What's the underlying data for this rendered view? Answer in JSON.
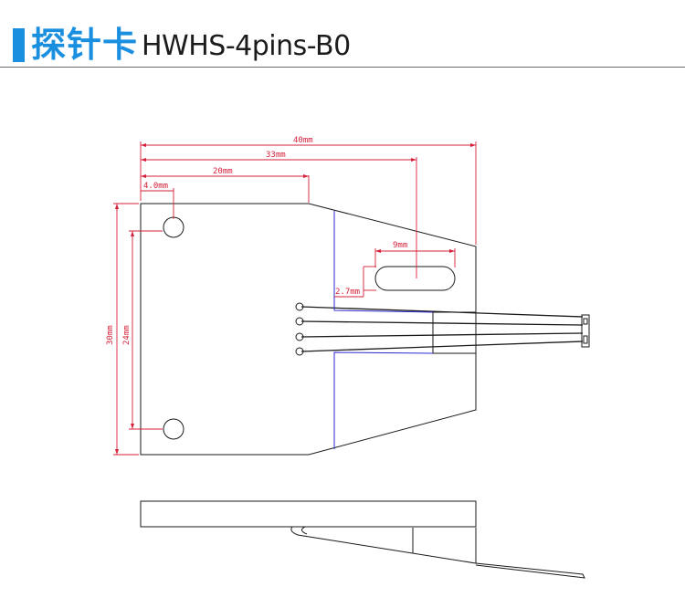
{
  "header": {
    "title_cn": "探针卡",
    "title_model": "HWHS-4pins-B0"
  },
  "dimensions": {
    "width_total": "40mm",
    "length_33": "33mm",
    "length_20": "20mm",
    "offset_4": "4.0mm",
    "slot_length": "9mm",
    "slot_width": "2.7mm",
    "height_total": "30mm",
    "hole_spacing": "24mm"
  },
  "colors": {
    "accent": "#1a8fe0",
    "dimension": "#d6203a",
    "outline": "#1a1a1a",
    "inner": "#2a2ad0"
  },
  "views": [
    "top-view",
    "side-view"
  ],
  "pin_count": 4
}
